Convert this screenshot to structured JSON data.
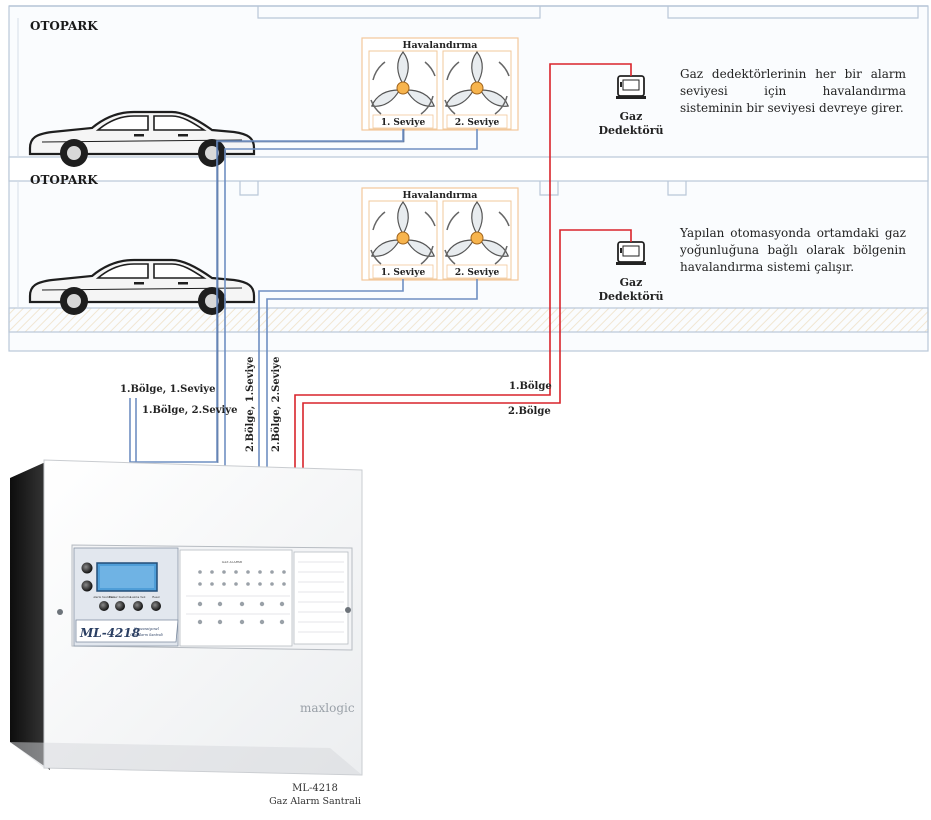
{
  "floors": [
    {
      "name": "OTOPARK",
      "ventilation_title": "Havalandırma",
      "level_labels": [
        "1. Seviye",
        "2. Seviye"
      ],
      "detector_label": [
        "Gaz",
        "Dedektörü"
      ],
      "description": "Gaz dedektörlerinin her bir alarm seviyesi için havalandırma sisteminin bir seviyesi devreye girer."
    },
    {
      "name": "OTOPARK",
      "ventilation_title": "Havalandırma",
      "level_labels": [
        "1. Seviye",
        "2. Seviye"
      ],
      "detector_label": [
        "Gaz",
        "Dedektörü"
      ],
      "description": "Yapılan otomasyonda ortamdaki gaz yoğunluğuna bağlı olarak bölgenin havalandırma sistemi çalışır."
    }
  ],
  "wire_labels": {
    "zone1_level1": "1.Bölge, 1.Seviye",
    "zone1_level2": "1.Bölge, 2.Seviye",
    "zone2_level1": "2.Bölge, 1.Seviye",
    "zone2_level2": "2.Bölge, 2.Seviye",
    "detector_zone1": "1.Bölge",
    "detector_zone2": "2.Bölge"
  },
  "panel": {
    "model_badge": "ML-4218",
    "badge_subtitle": [
      "Konvansiyonel",
      "Gaz Alarm Santrali"
    ],
    "brand": "maxlogic",
    "caption_line1": "ML-4218",
    "caption_line2": "Gaz Alarm Santrali",
    "button_labels": [
      "Alarm Susturma",
      "Buzzer Susturma",
      "Lamba Test",
      "Reset"
    ],
    "led_header": "GAZ ALARMI"
  },
  "colors": {
    "ventilation_wire": "#6f8fc2",
    "detector_wire": "#d9242b",
    "fan_box_border": "#f2c89b",
    "wall": "#b9c7d8"
  }
}
